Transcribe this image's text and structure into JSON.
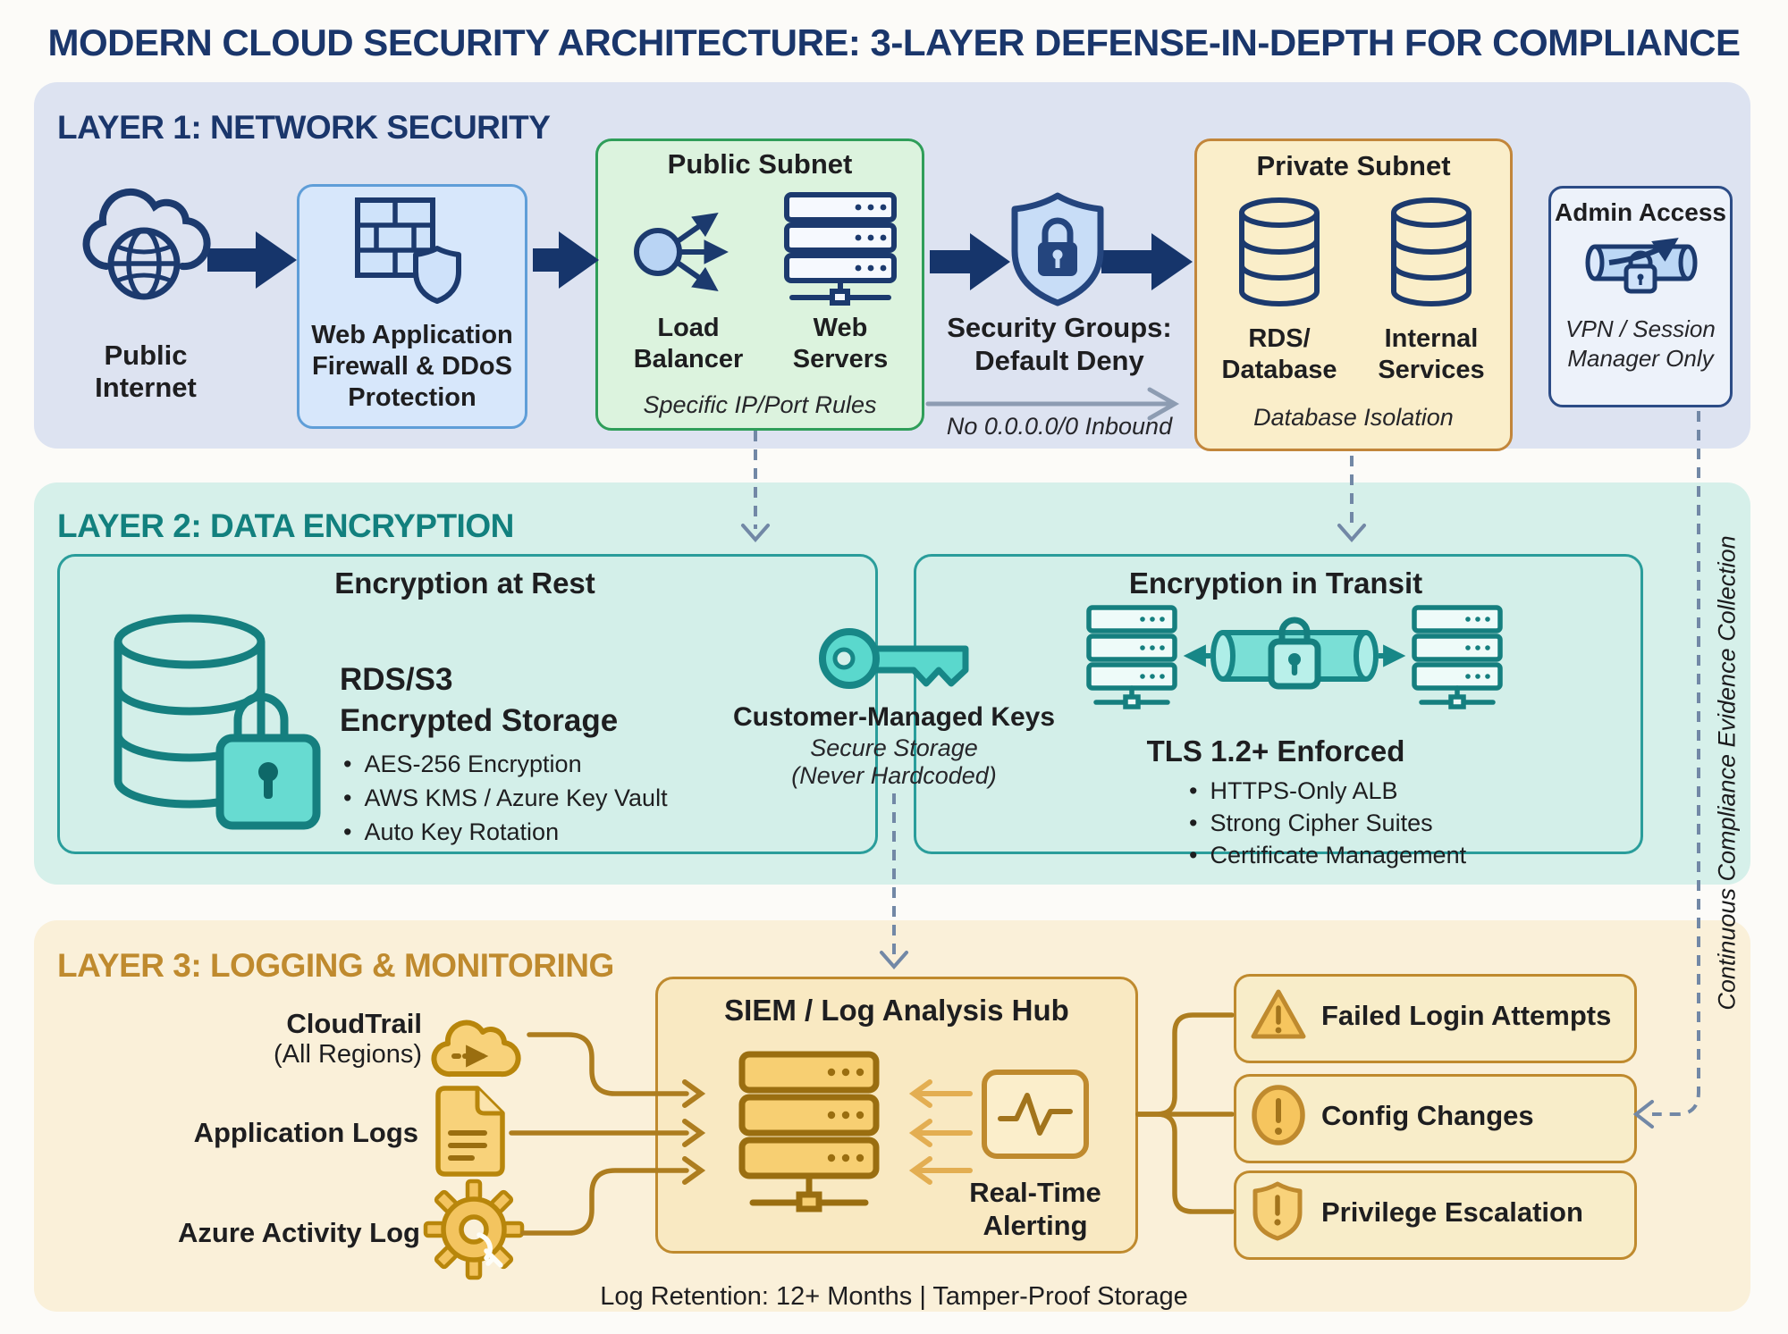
{
  "title": "MODERN CLOUD SECURITY ARCHITECTURE: 3-LAYER DEFENSE-IN-DEPTH FOR COMPLIANCE",
  "layer1": {
    "heading": "LAYER 1: NETWORK SECURITY",
    "public_internet_label": "Public\nInternet",
    "waf_label": "Web Application\nFirewall & DDoS\nProtection",
    "public_subnet": {
      "title": "Public Subnet",
      "load_balancer": "Load\nBalancer",
      "web_servers": "Web\nServers",
      "note": "Specific IP/Port Rules"
    },
    "security_groups": {
      "label": "Security Groups:\nDefault Deny",
      "note": "No 0.0.0.0/0 Inbound"
    },
    "private_subnet": {
      "title": "Private Subnet",
      "rds": "RDS/\nDatabase",
      "internal": "Internal\nServices",
      "note": "Database Isolation"
    },
    "admin_access": {
      "title": "Admin Access",
      "note": "VPN / Session\nManager Only"
    }
  },
  "layer2": {
    "heading": "LAYER 2: DATA ENCRYPTION",
    "at_rest": {
      "title": "Encryption at Rest",
      "subtitle": "RDS/S3\nEncrypted Storage",
      "bullets": [
        "AES-256 Encryption",
        "AWS KMS / Azure Key Vault",
        "Auto Key Rotation"
      ]
    },
    "keys": {
      "title": "Customer-Managed Keys",
      "note": "Secure Storage\n(Never Hardcoded)"
    },
    "in_transit": {
      "title": "Encryption in Transit",
      "subtitle": "TLS 1.2+ Enforced",
      "bullets": [
        "HTTPS-Only ALB",
        "Strong Cipher Suites",
        "Certificate Management"
      ]
    }
  },
  "layer3": {
    "heading": "LAYER 3: LOGGING & MONITORING",
    "sources": {
      "cloudtrail": "CloudTrail",
      "cloudtrail_sub": "(All Regions)",
      "app_logs": "Application Logs",
      "azure": "Azure Activity Log"
    },
    "siem": {
      "title": "SIEM / Log Analysis Hub",
      "alerting": "Real-Time\nAlerting"
    },
    "alerts": [
      "Failed Login Attempts",
      "Config Changes",
      "Privilege Escalation"
    ],
    "retention": "Log Retention: 12+ Months | Tamper-Proof Storage"
  },
  "side_note": "Continuous Compliance Evidence Collection",
  "colors": {
    "navy": "#1a366b",
    "teal": "#12807e",
    "gold": "#bf8a2e",
    "dashed_connector": "#7288a6"
  }
}
